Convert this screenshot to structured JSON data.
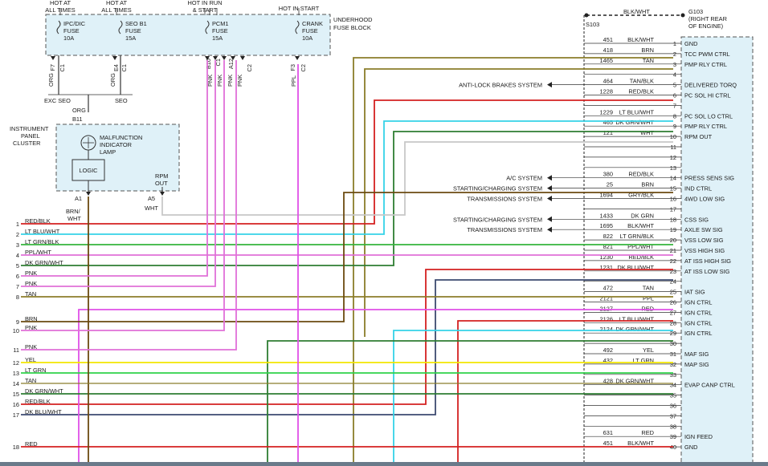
{
  "fuse_block": {
    "label": "UNDERHOOD FUSE BLOCK",
    "fill": "#dff1f8",
    "fuses": [
      {
        "header": [
          "HOT AT",
          "ALL TIMES"
        ],
        "name": [
          "IPC/DIC",
          "FUSE",
          "10A"
        ],
        "pins": [
          "F7",
          "C1"
        ],
        "wire_color": "ORG"
      },
      {
        "header": [
          "HOT AT",
          "ALL TIMES"
        ],
        "name": [
          "SEO B1",
          "FUSE",
          "15A"
        ],
        "pins": [
          "E4",
          "C1"
        ],
        "wire_color": "ORG"
      },
      {
        "header": [
          "HOT IN RUN",
          "& START"
        ],
        "name": [
          "PCM1",
          "FUSE",
          "15A"
        ],
        "pins": [
          "B10",
          "C1",
          "A12",
          "C2"
        ],
        "wire_color": "PNK"
      },
      {
        "header": [
          "HOT IN START"
        ],
        "name": [
          "CRANK",
          "FUSE",
          "10A"
        ],
        "pins": [
          "F3",
          "C2"
        ],
        "wire_color": "PPL"
      }
    ]
  },
  "seo": {
    "left": "EXC SEO",
    "right": "SEO",
    "wire": "ORG",
    "pin": "B11"
  },
  "cluster": {
    "title": [
      "INSTRUMENT",
      "PANEL",
      "CLUSTER"
    ],
    "lamp": [
      "MALFUNCTION",
      "INDICATOR",
      "LAMP"
    ],
    "logic": "LOGIC",
    "rpm": [
      "RPM",
      "OUT"
    ],
    "pin_a1": "A1",
    "pin_a5": "A5",
    "wire_a1": [
      "BRN/",
      "WHT"
    ],
    "wire_a5": "WHT"
  },
  "ground": {
    "label": "BLK/WHT",
    "id": [
      "G103",
      "(RIGHT REAR",
      "OF ENGINE)"
    ],
    "splice": "S103"
  },
  "pcm_pins": [
    {
      "num": "1",
      "circuit": "451",
      "color": "BLK/WHT",
      "name": "GND"
    },
    {
      "num": "2",
      "circuit": "418",
      "color": "BRN",
      "name": "TCC PWM CTRL"
    },
    {
      "num": "3",
      "circuit": "1465",
      "color": "TAN",
      "name": "PMP RLY CTRL"
    },
    {
      "num": "4",
      "circuit": "",
      "color": "",
      "name": ""
    },
    {
      "num": "5",
      "circuit": "464",
      "color": "TAN/BLK",
      "name": "DELIVERED TORQ"
    },
    {
      "num": "6",
      "circuit": "1228",
      "color": "RED/BLK",
      "name": "PC SOL HI CTRL"
    },
    {
      "num": "7",
      "circuit": "",
      "color": "",
      "name": ""
    },
    {
      "num": "8",
      "circuit": "1229",
      "color": "LT BLU/WHT",
      "name": "PC SOL LO CTRL"
    },
    {
      "num": "9",
      "circuit": "465",
      "color": "DK GRN/WHT",
      "name": "PMP RLY CTRL"
    },
    {
      "num": "10",
      "circuit": "121",
      "color": "WHT",
      "name": "RPM OUT"
    },
    {
      "num": "11",
      "circuit": "",
      "color": "",
      "name": ""
    },
    {
      "num": "12",
      "circuit": "",
      "color": "",
      "name": ""
    },
    {
      "num": "13",
      "circuit": "",
      "color": "",
      "name": ""
    },
    {
      "num": "14",
      "circuit": "380",
      "color": "RED/BLK",
      "name": "PRESS SENS SIG"
    },
    {
      "num": "15",
      "circuit": "25",
      "color": "BRN",
      "name": "IND CTRL"
    },
    {
      "num": "16",
      "circuit": "1694",
      "color": "GRY/BLK",
      "name": "4WD LOW SIG"
    },
    {
      "num": "17",
      "circuit": "",
      "color": "",
      "name": ""
    },
    {
      "num": "18",
      "circuit": "1433",
      "color": "DK GRN",
      "name": "CSS SIG"
    },
    {
      "num": "19",
      "circuit": "1695",
      "color": "BLK/WHT",
      "name": "AXLE SW SIG"
    },
    {
      "num": "20",
      "circuit": "822",
      "color": "LT GRN/BLK",
      "name": "VSS LOW SIG"
    },
    {
      "num": "21",
      "circuit": "821",
      "color": "PPL/WHT",
      "name": "VSS HIGH SIG"
    },
    {
      "num": "22",
      "circuit": "1230",
      "color": "RED/BLK",
      "name": "AT ISS HIGH SIG"
    },
    {
      "num": "23",
      "circuit": "1231",
      "color": "DK BLU/WHT",
      "name": "AT ISS LOW SIG"
    },
    {
      "num": "24",
      "circuit": "",
      "color": "",
      "name": ""
    },
    {
      "num": "25",
      "circuit": "472",
      "color": "TAN",
      "name": "IAT SIG"
    },
    {
      "num": "26",
      "circuit": "2121",
      "color": "PPL",
      "name": "IGN CTRL"
    },
    {
      "num": "27",
      "circuit": "2127",
      "color": "RED",
      "name": "IGN CTRL"
    },
    {
      "num": "28",
      "circuit": "2126",
      "color": "LT BLU/WHT",
      "name": "IGN CTRL"
    },
    {
      "num": "29",
      "circuit": "2124",
      "color": "DK GRN/WHT",
      "name": "IGN CTRL"
    },
    {
      "num": "30",
      "circuit": "",
      "color": "",
      "name": ""
    },
    {
      "num": "31",
      "circuit": "492",
      "color": "YEL",
      "name": "MAF SIG"
    },
    {
      "num": "32",
      "circuit": "432",
      "color": "LT GRN",
      "name": "MAP SIG"
    },
    {
      "num": "33",
      "circuit": "",
      "color": "",
      "name": ""
    },
    {
      "num": "34",
      "circuit": "428",
      "color": "DK GRN/WHT",
      "name": "EVAP CANP CTRL"
    },
    {
      "num": "35",
      "circuit": "",
      "color": "",
      "name": ""
    },
    {
      "num": "36",
      "circuit": "",
      "color": "",
      "name": ""
    },
    {
      "num": "37",
      "circuit": "",
      "color": "",
      "name": ""
    },
    {
      "num": "38",
      "circuit": "",
      "color": "",
      "name": ""
    },
    {
      "num": "39",
      "circuit": "631",
      "color": "RED",
      "name": "IGN FEED"
    },
    {
      "num": "40",
      "circuit": "451",
      "color": "BLK/WHT",
      "name": "GND"
    }
  ],
  "system_refs": [
    {
      "pin": "5",
      "text": "ANTI-LOCK BRAKES SYSTEM"
    },
    {
      "pin": "14",
      "text": "A/C SYSTEM"
    },
    {
      "pin": "15",
      "text": "STARTING/CHARGING SYSTEM"
    },
    {
      "pin": "16",
      "text": "TRANSMISSIONS SYSTEM"
    },
    {
      "pin": "18",
      "text": "STARTING/CHARGING SYSTEM"
    },
    {
      "pin": "19",
      "text": "TRANSMISSIONS SYSTEM"
    }
  ],
  "left_connector": [
    {
      "num": "1",
      "color": "RED/BLK"
    },
    {
      "num": "2",
      "color": "LT BLU/WHT"
    },
    {
      "num": "3",
      "color": "LT GRN/BLK"
    },
    {
      "num": "4",
      "color": "PPL/WHT"
    },
    {
      "num": "5",
      "color": "DK GRN/WHT"
    },
    {
      "num": "6",
      "color": "PNK"
    },
    {
      "num": "7",
      "color": "PNK"
    },
    {
      "num": "8",
      "color": "TAN"
    },
    {
      "num": "9",
      "color": "BRN"
    },
    {
      "num": "10",
      "color": "PNK"
    },
    {
      "num": "11",
      "color": "PNK"
    },
    {
      "num": "12",
      "color": "YEL"
    },
    {
      "num": "13",
      "color": "LT GRN"
    },
    {
      "num": "14",
      "color": "TAN"
    },
    {
      "num": "15",
      "color": "DK GRN/WHT"
    },
    {
      "num": "16",
      "color": "RED/BLK"
    },
    {
      "num": "17",
      "color": "DK BLU/WHT"
    },
    {
      "num": "18",
      "color": "RED"
    }
  ],
  "wire_colors": {
    "tan": "#8b7d2a",
    "red": "#d42020",
    "ltblu": "#35d3e8",
    "dkgrn": "#2e7d32",
    "white": "#c8c8c8",
    "green": "#35b43c",
    "pink": "#e070d8",
    "navy": "#3c4a70",
    "brown": "#6b4a10",
    "yellow": "#f2e600",
    "lime": "#2fd24a",
    "purple": "#e050e8",
    "black": "#222222",
    "gray": "#777777",
    "blue_box": "#dff1f8"
  }
}
